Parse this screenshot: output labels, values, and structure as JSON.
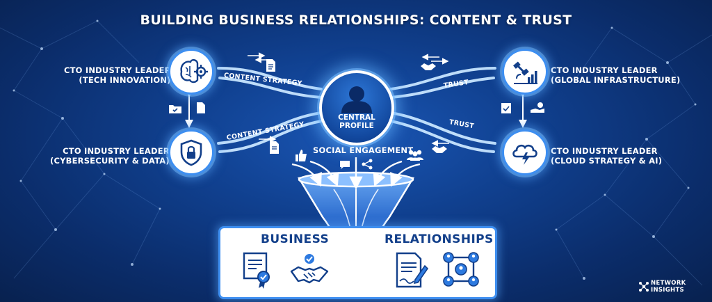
{
  "title": "BUILDING BUSINESS RELATIONSHIPS: CONTENT & TRUST",
  "leaders": {
    "top_left": {
      "line1": "CTO INDUSTRY LEADER",
      "line2": "(TECH INNOVATION)"
    },
    "bottom_left": {
      "line1": "CTO INDUSTRY LEADER",
      "line2": "(CYBERSECURITY & DATA)"
    },
    "top_right": {
      "line1": "CTO INDUSTRY LEADER",
      "line2": "(GLOBAL INFRASTRUCTURE)"
    },
    "bottom_right": {
      "line1": "CTO INDUSTRY LEADER",
      "line2": "(CLOUD STRATEGY & AI)"
    }
  },
  "center": {
    "line1": "CENTRAL",
    "line2": "PROFILE"
  },
  "flows": {
    "content_top": "CONTENT STRATEGY",
    "content_bottom": "CONTENT STRATEGY",
    "trust_top": "TRUST",
    "trust_bottom": "TRUST"
  },
  "social": "SOCIAL ENGAGEMENT",
  "outcome": {
    "word_left": "BUSINESS",
    "word_right": "RELATIONSHIPS"
  },
  "brand": {
    "line1": "NETWORK",
    "line2": "INSIGHTS"
  },
  "icons": {
    "top_left": "brain-gear-icon",
    "bottom_left": "shield-lock-icon",
    "top_right": "satellite-chart-icon",
    "bottom_right": "cloud-lightning-icon",
    "center": "person-silhouette-icon",
    "outcome": [
      "certificate-icon",
      "handshake-icon",
      "signed-contract-icon",
      "people-network-icon"
    ]
  },
  "colors": {
    "background": "#0f3f8e",
    "accent": "#3d8ef0",
    "navy": "#123f8a",
    "white": "#ffffff"
  }
}
